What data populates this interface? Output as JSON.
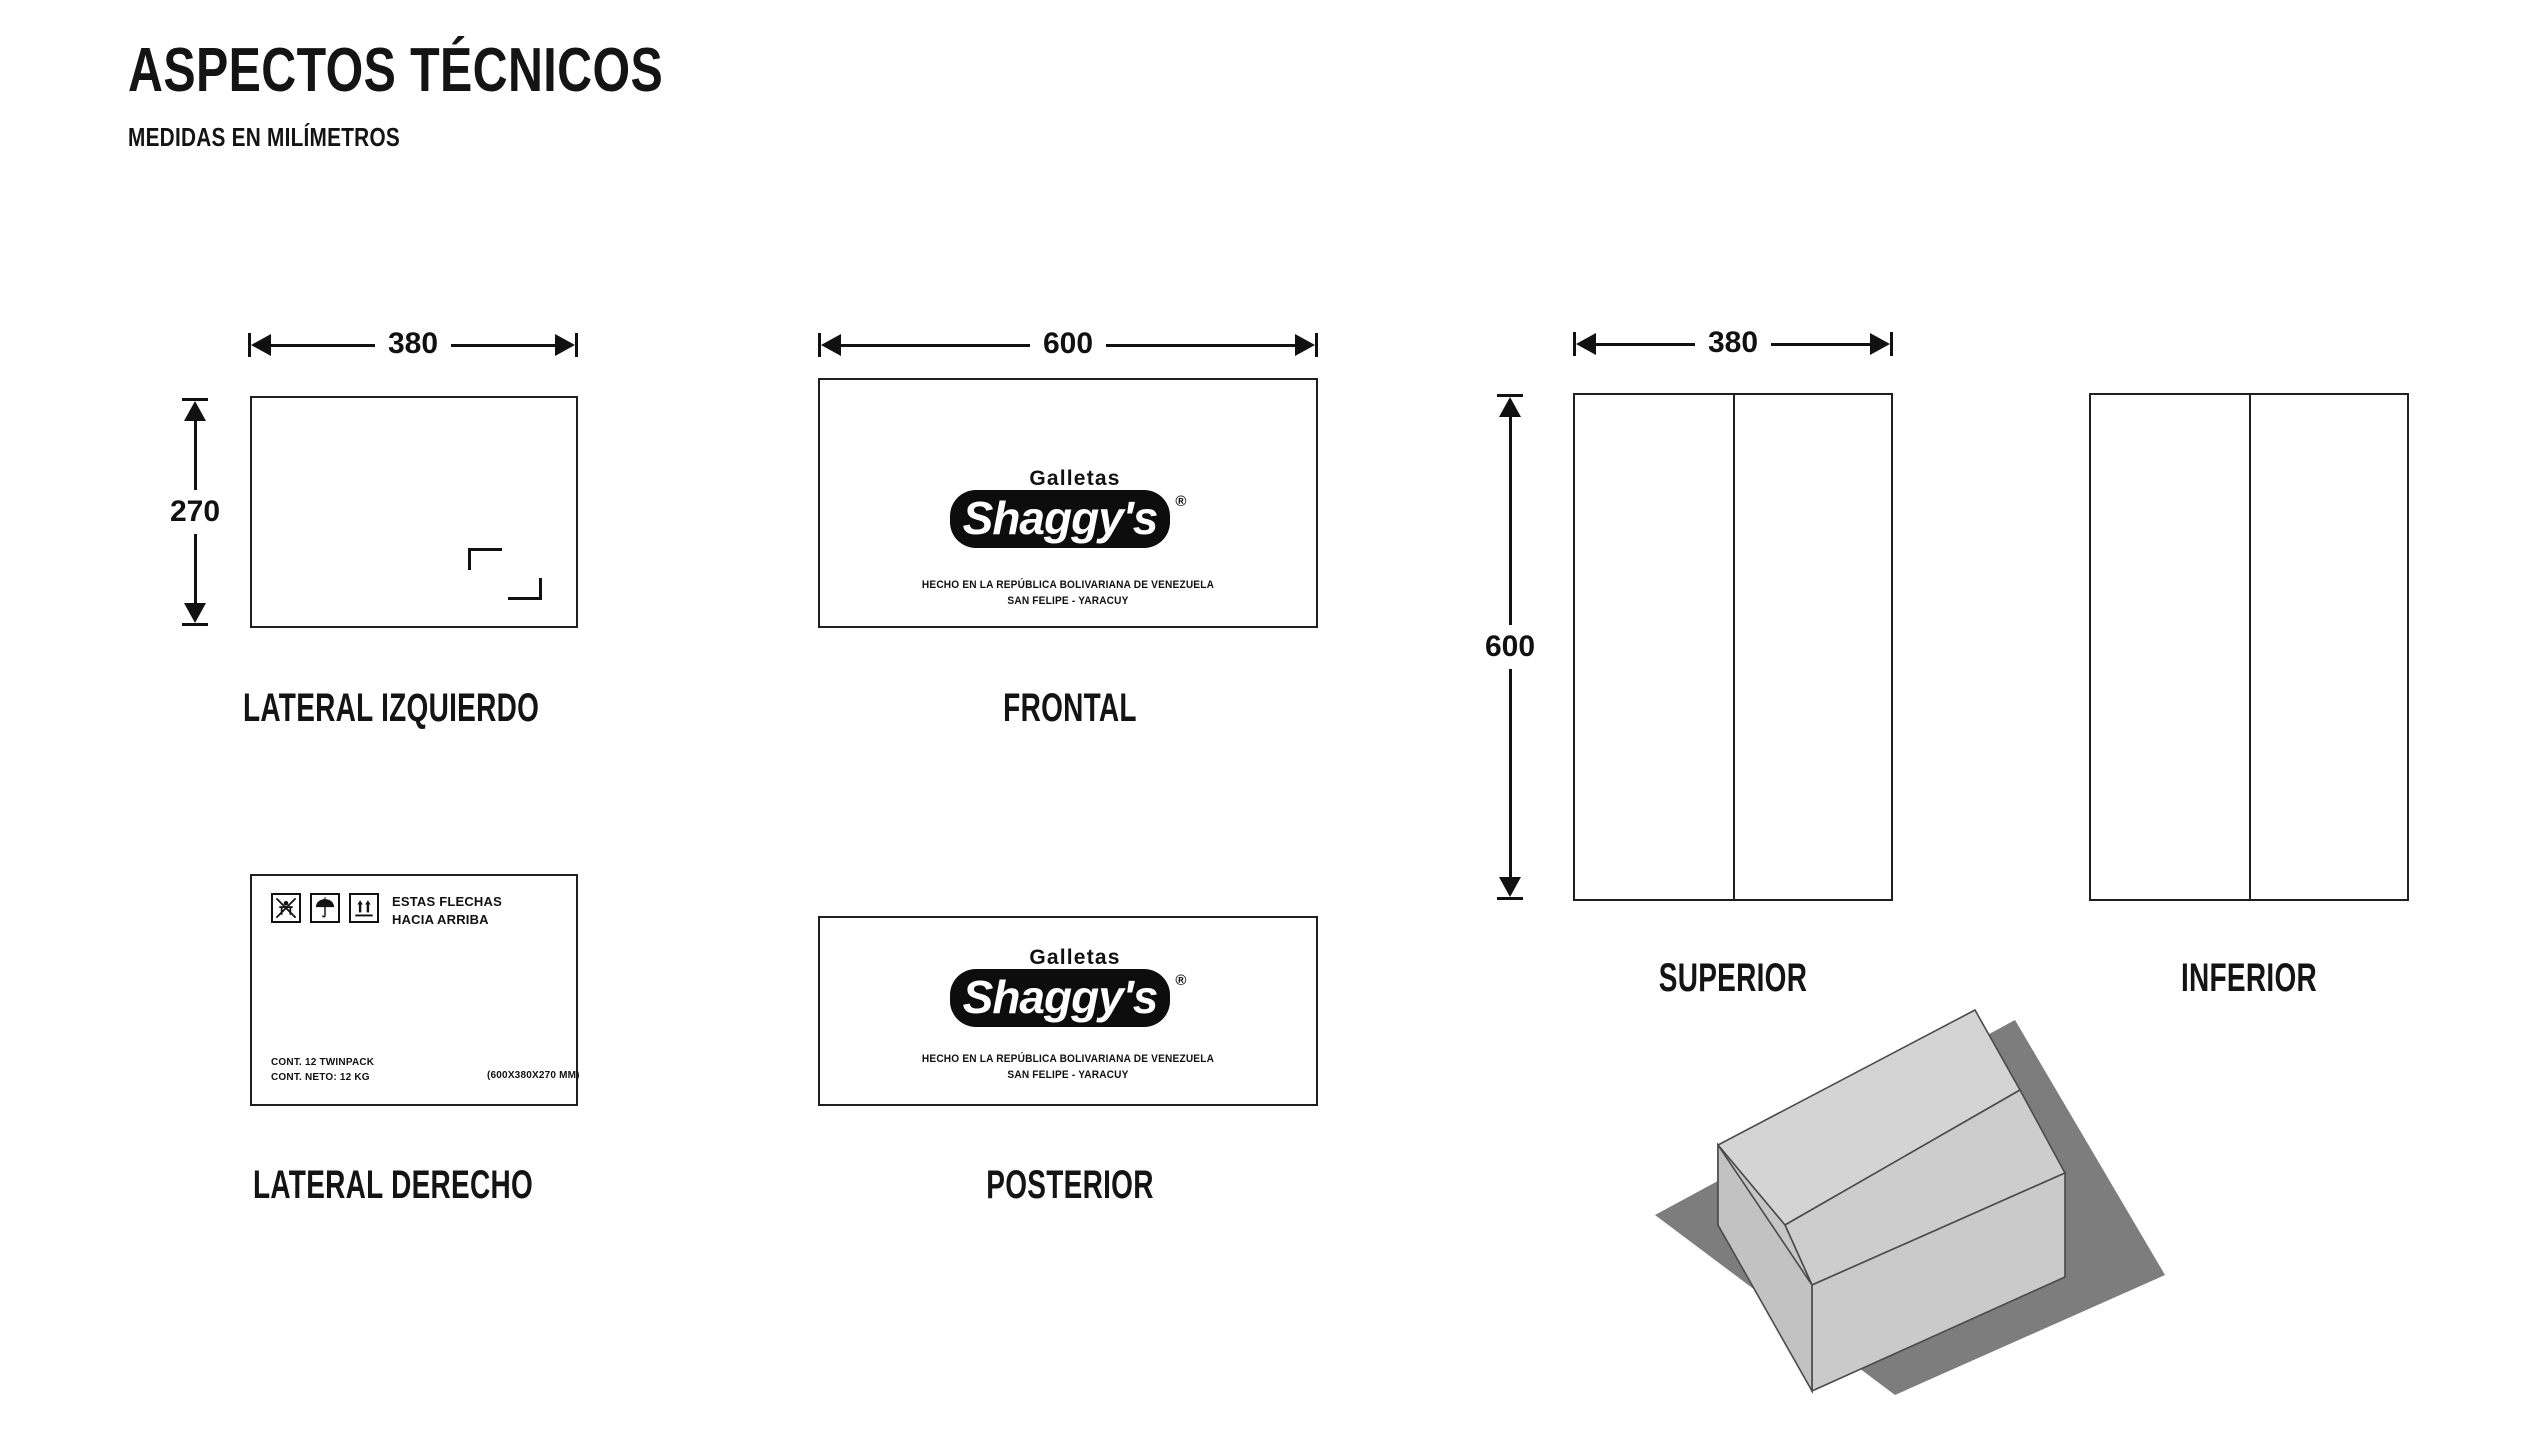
{
  "header": {
    "title": "ASPECTOS TÉCNICOS",
    "subtitle": "MEDIDAS EN MILÍMETROS"
  },
  "brand": {
    "pretitle": "Galletas",
    "name": "Shaggy's",
    "registered": "®",
    "origin_line1": "HECHO EN LA REPÚBLICA BOLIVARIANA DE VENEZUELA",
    "origin_line2": "SAN FELIPE - YARACUY"
  },
  "dimensions": {
    "left_width": "380",
    "left_height": "270",
    "front_width": "600",
    "top_width": "380",
    "top_height": "600",
    "unit_note": "MEDIDAS EN MILÍMETROS"
  },
  "panels": [
    {
      "id": "lateral-izquierdo",
      "caption": "LATERAL IZQUIERDO"
    },
    {
      "id": "frontal",
      "caption": "FRONTAL"
    },
    {
      "id": "lateral-derecho",
      "caption": "LATERAL DERECHO"
    },
    {
      "id": "posterior",
      "caption": "POSTERIOR"
    },
    {
      "id": "superior",
      "caption": "SUPERIOR"
    },
    {
      "id": "inferior",
      "caption": "INFERIOR"
    }
  ],
  "handling": {
    "icons": [
      {
        "name": "no-hooks-icon",
        "label": "no hooks"
      },
      {
        "name": "keep-dry-umbrella-icon",
        "label": "keep dry"
      },
      {
        "name": "this-way-up-icon",
        "label": "this way up"
      }
    ],
    "text_line1": "ESTAS FLECHAS",
    "text_line2": "HACIA ARRIBA"
  },
  "content_info": {
    "line1": "CONT. 12 TWINPACK",
    "line2": "CONT. NETO: 12 KG",
    "box_size": "(600X380X270 MM)"
  },
  "colors": {
    "ink": "#231f20",
    "background": "#ffffff",
    "box_face_light": "#d0d0d0",
    "box_face_mid": "#c4c4c4",
    "box_face_dark": "#bcbcbc",
    "shadow": "#7d7d7d"
  },
  "chart_data": {
    "type": "table",
    "title": "ASPECTOS TÉCNICOS",
    "subtitle": "MEDIDAS EN MILÍMETROS",
    "categories": [
      "LATERAL IZQUIERDO",
      "FRONTAL",
      "LATERAL DERECHO",
      "POSTERIOR",
      "SUPERIOR",
      "INFERIOR"
    ],
    "series": [
      {
        "name": "width_mm",
        "values": [
          380,
          600,
          380,
          600,
          380,
          380
        ]
      },
      {
        "name": "height_mm",
        "values": [
          270,
          270,
          270,
          270,
          600,
          600
        ]
      }
    ],
    "annotations": [
      "600X380X270 MM",
      "CONT. 12 TWINPACK",
      "CONT. NETO: 12 KG"
    ]
  }
}
